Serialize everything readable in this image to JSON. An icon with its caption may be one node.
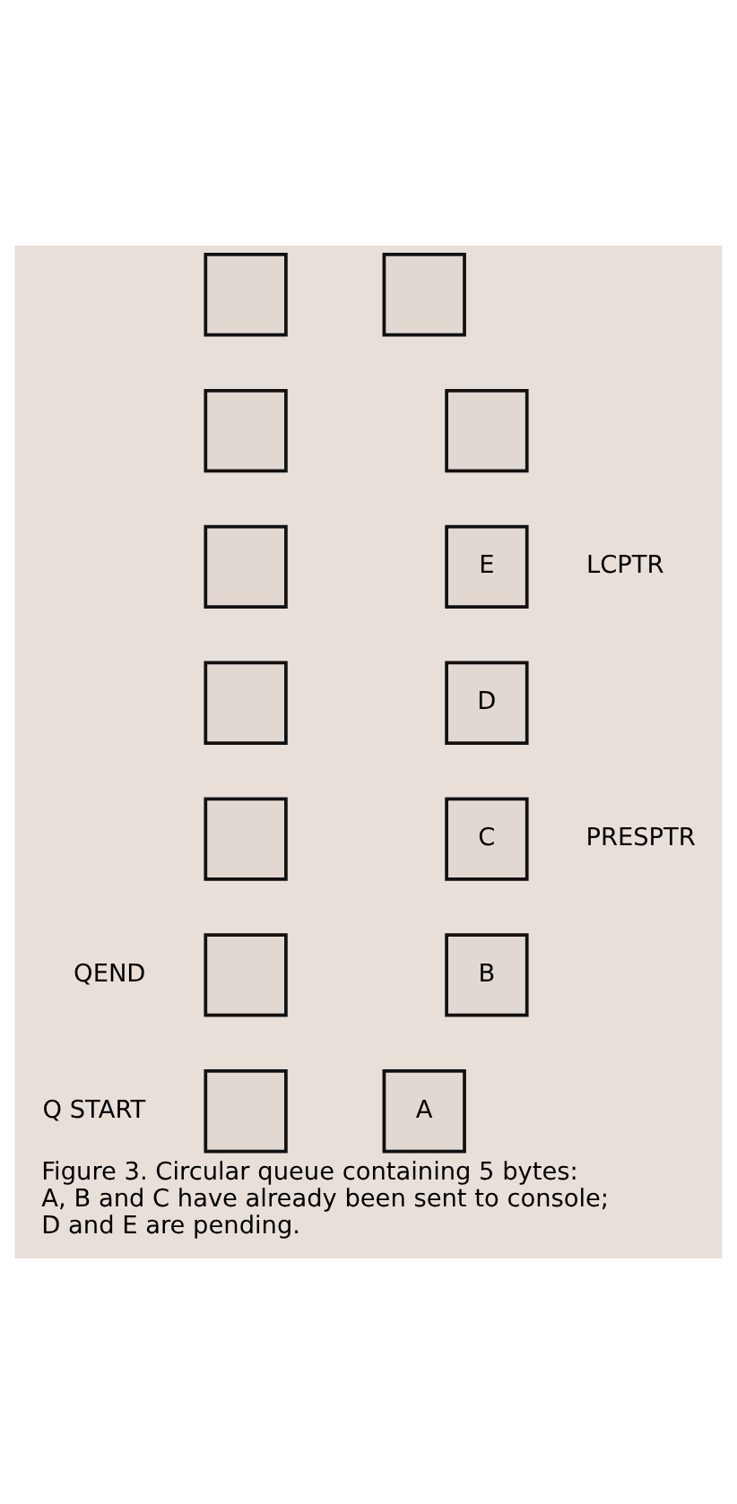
{
  "diagram": {
    "caption": "Figure 3. Circular queue containing 5 bytes: A, B and C have already been sent to console; D and E are pending.",
    "nodes": [
      {
        "text": [],
        "shape": "box"
      },
      {
        "text": [],
        "shape": "box"
      },
      {
        "text": [],
        "shape": "box"
      },
      {
        "text": [],
        "shape": "box"
      },
      {
        "text": [],
        "shape": "box"
      },
      {
        "text": [
          "E"
        ],
        "beside": [
          "LCPTR"
        ]
      },
      {
        "text": [],
        "shape": "box"
      },
      {
        "text": [
          "D"
        ]
      },
      {
        "text": [],
        "shape": "box"
      },
      {
        "text": [
          "C"
        ],
        "beside": [
          "PRESPTR"
        ]
      },
      {
        "text": [],
        "shape": "box",
        "beside": [
          "QEND"
        ]
      },
      {
        "text": [
          "B"
        ]
      },
      {
        "text": [],
        "shape": "box",
        "beside": [
          "Q START"
        ]
      },
      {
        "text": [
          "A"
        ]
      }
    ]
  }
}
